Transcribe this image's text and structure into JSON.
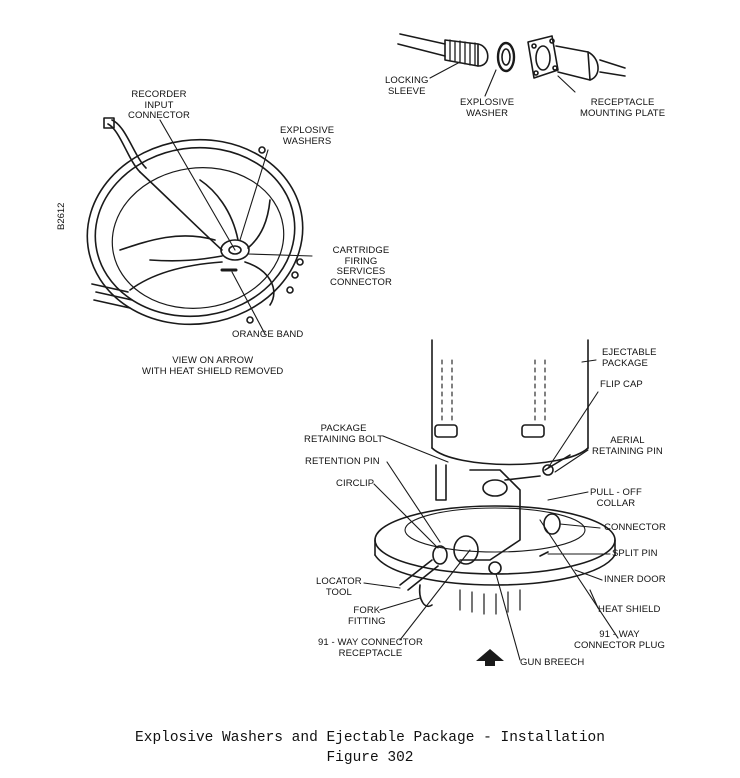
{
  "figure": {
    "drawing_code": "B2612",
    "caption_title": "Explosive Washers and Ejectable Package - Installation",
    "caption_figure": "Figure 302"
  },
  "top_view": {
    "labels": {
      "locking_sleeve": "LOCKING\nSLEEVE",
      "explosive_washer": "EXPLOSIVE\nWASHER",
      "receptacle_plate": "RECEPTACLE\nMOUNTING PLATE"
    }
  },
  "left_view": {
    "labels": {
      "recorder_input": "RECORDER\nINPUT\nCONNECTOR",
      "explosive_washers": "EXPLOSIVE\nWASHERS",
      "cartridge_firing": "CARTRIDGE\nFIRING\nSERVICES\nCONNECTOR",
      "orange_band": "ORANGE BAND"
    },
    "caption": "VIEW ON ARROW\nWITH HEAT SHIELD REMOVED"
  },
  "main_view": {
    "labels": {
      "ejectable_package": "EJECTABLE\nPACKAGE",
      "flip_cap": "FLIP CAP",
      "package_bolt": "PACKAGE\nRETAINING BOLT",
      "aerial_pin": "AERIAL\nRETAINING PIN",
      "retention_pin": "RETENTION PIN",
      "circlip": "CIRCLIP",
      "pull_off_collar": "PULL - OFF\nCOLLAR",
      "connector": "CONNECTOR",
      "split_pin": "SPLIT PIN",
      "locator_tool": "LOCATOR\nTOOL",
      "inner_door": "INNER DOOR",
      "heat_shield": "HEAT SHIELD",
      "fork_fitting": "FORK\nFITTING",
      "connector_plug": "91 - WAY\nCONNECTOR PLUG",
      "connector_receptacle": "91 - WAY CONNECTOR\nRECEPTACLE",
      "gun_breech": "GUN BREECH"
    }
  }
}
